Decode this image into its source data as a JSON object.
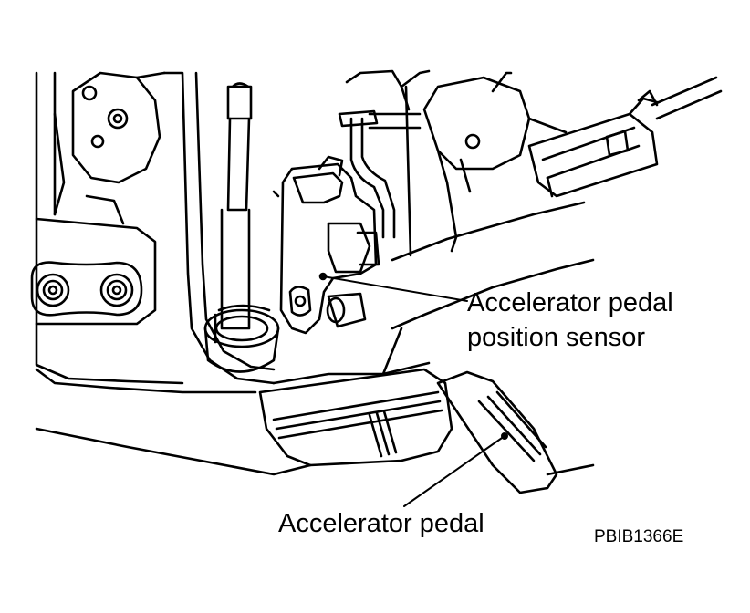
{
  "figure": {
    "figure_code": "PBIB1366E",
    "callouts": [
      {
        "id": "aps",
        "lines": [
          "Accelerator pedal",
          "position sensor"
        ]
      },
      {
        "id": "pedal",
        "lines": [
          "Accelerator pedal"
        ]
      }
    ]
  },
  "colors": {
    "ink": "#000000",
    "paper": "#ffffff"
  }
}
